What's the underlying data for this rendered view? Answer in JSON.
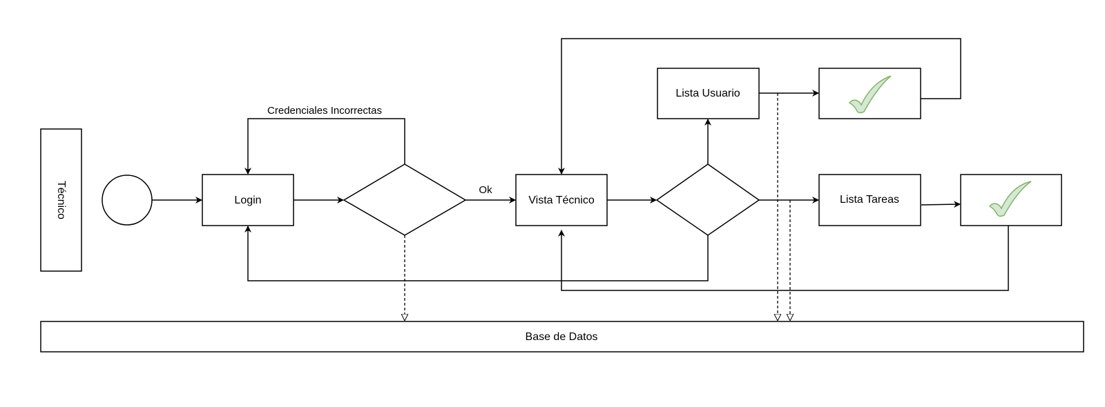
{
  "diagram": {
    "actor_label": "Técnico",
    "nodes": {
      "login": "Login",
      "vista_tecnico": "Vista Técnico",
      "lista_usuario": "Lista Usuario",
      "lista_tareas": "Lista Tareas",
      "database": "Base de Datos"
    },
    "edge_labels": {
      "credenciales": "Credenciales Incorrectas",
      "ok": "Ok"
    },
    "colors": {
      "stroke": "#000000",
      "check_fill": "#d5e8d4",
      "check_stroke": "#82b366"
    }
  }
}
